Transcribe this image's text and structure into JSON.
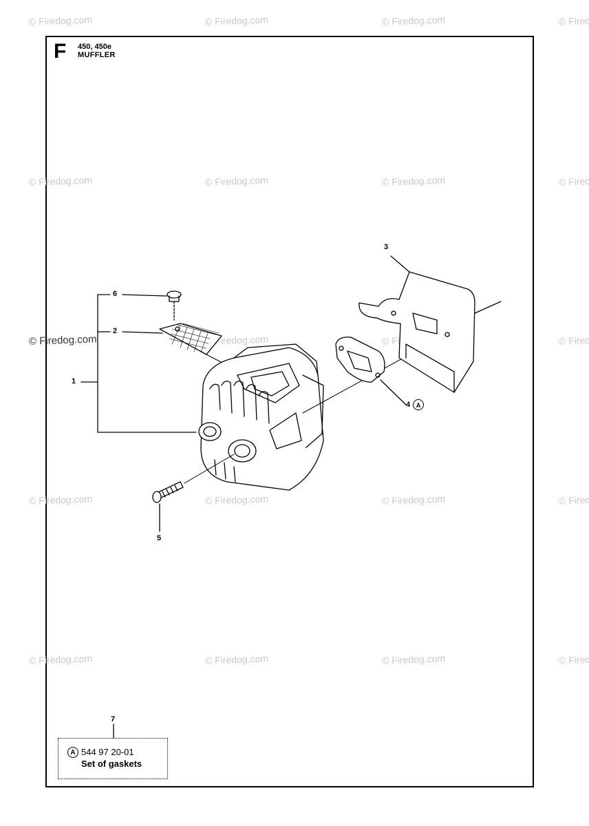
{
  "header": {
    "section_letter": "F",
    "model": "450, 450e",
    "title": "MUFFLER"
  },
  "watermark": {
    "text": "© Firedog.com"
  },
  "callouts": {
    "p1": "1",
    "p2": "2",
    "p3": "3",
    "p4": "4",
    "p5": "5",
    "p6": "6",
    "p7": "7",
    "kit_marker": "A"
  },
  "kit": {
    "marker": "A",
    "part_number": "544 97 20-01",
    "description": "Set of gaskets"
  }
}
